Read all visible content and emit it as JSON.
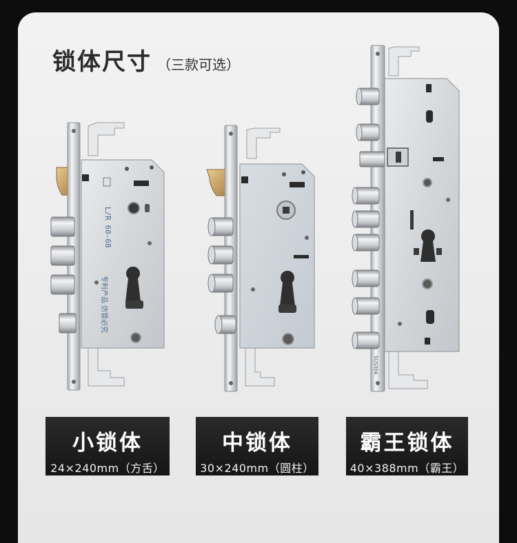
{
  "header": {
    "title": "锁体尺寸",
    "subtitle": "（三款可选）"
  },
  "locks": [
    {
      "name": "小锁体",
      "spec": "24×240mm（方舌）",
      "plate_text": "L/R  60-68",
      "side_text": "专利产品 仿冒必究"
    },
    {
      "name": "中锁体",
      "spec": "30×240mm（圆柱）"
    },
    {
      "name": "霸王锁体",
      "spec": "40×388mm（霸王）",
      "side_text": "SUS304"
    }
  ],
  "colors": {
    "background": "#0d0d0d",
    "card": "#eeeeee",
    "label_box": "#1c1c1c",
    "steel": "#d9dcdf",
    "brass": "#c9a46a"
  }
}
